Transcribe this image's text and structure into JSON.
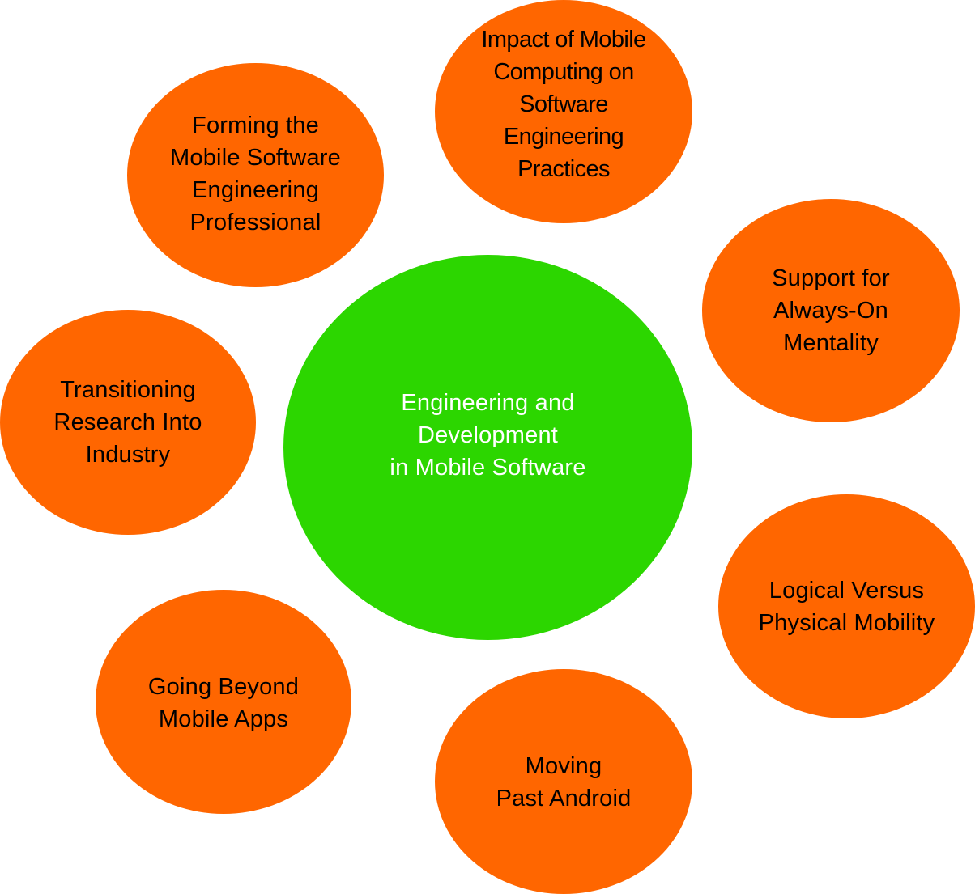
{
  "diagram": {
    "type": "mind-map",
    "colors": {
      "center_fill": "#2cd600",
      "center_text": "#ffffff",
      "node_fill": "#ff6600",
      "node_text": "#000000",
      "background": "#ffffff"
    },
    "center": {
      "label": "Engineering and\nDevelopment\nin Mobile Software"
    },
    "nodes": [
      {
        "id": "impact",
        "label": "Impact of Mobile\nComputing on\nSoftware\nEngineering\nPractices"
      },
      {
        "id": "forming",
        "label": "Forming the\nMobile Software\nEngineering\nProfessional"
      },
      {
        "id": "support",
        "label": "Support for\nAlways-On\nMentality"
      },
      {
        "id": "transitioning",
        "label": "Transitioning\nResearch Into\nIndustry"
      },
      {
        "id": "logical",
        "label": "Logical Versus\nPhysical Mobility"
      },
      {
        "id": "beyond",
        "label": "Going Beyond\nMobile Apps"
      },
      {
        "id": "moving",
        "label": "Moving\nPast Android"
      }
    ]
  }
}
